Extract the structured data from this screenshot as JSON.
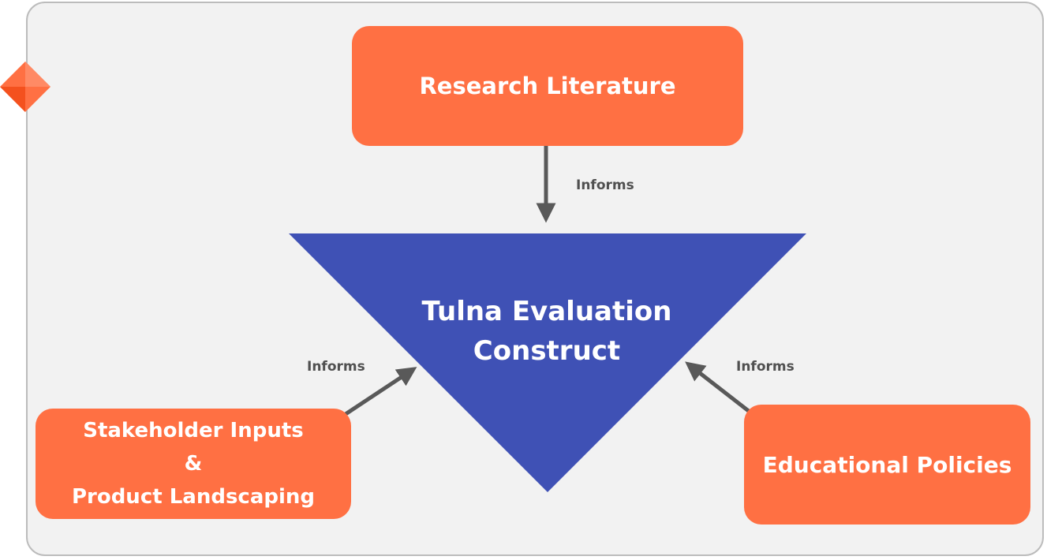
{
  "nodes": {
    "research": {
      "label": "Research Literature"
    },
    "stakeholder": {
      "line1": "Stakeholder Inputs",
      "line2": "&",
      "line3": "Product Landscaping"
    },
    "policies": {
      "label": "Educational Policies"
    },
    "center": {
      "line1": "Tulna Evaluation",
      "line2": "Construct"
    }
  },
  "edges": {
    "top": {
      "label": "Informs"
    },
    "left": {
      "label": "Informs"
    },
    "right": {
      "label": "Informs"
    }
  },
  "colors": {
    "box_fill": "#ff7043",
    "triangle_fill": "#3f51b5",
    "arrow": "#595959",
    "frame_bg": "#f2f2f2",
    "frame_border": "#bcbcbc",
    "text_on_shape": "#ffffff"
  },
  "icons": {
    "corner_marker": "orange-diamond-icon"
  }
}
